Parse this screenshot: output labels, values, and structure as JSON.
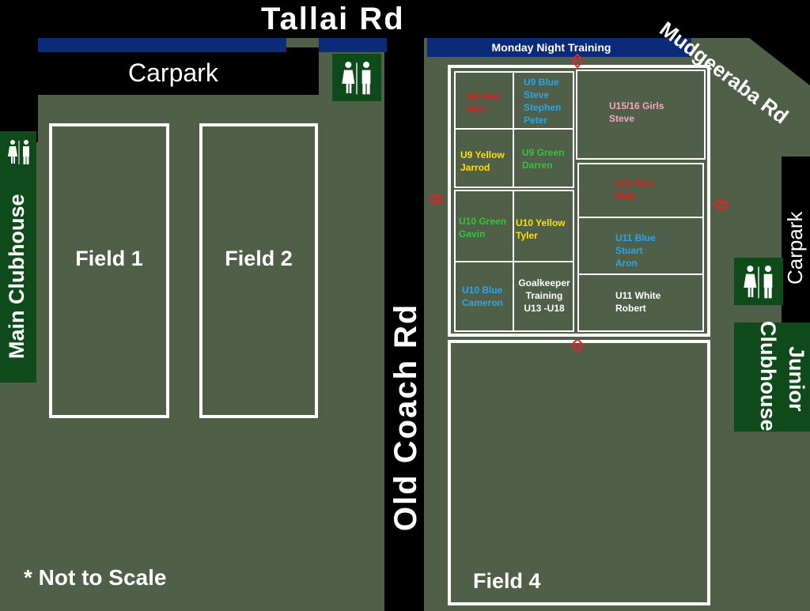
{
  "roads": {
    "tallai": "Tallai Rd",
    "mudgeeraba": "Mudgeeraba Rd",
    "old_coach": "Old Coach Rd"
  },
  "banner": "Monday Night Training",
  "areas": {
    "carpark_top": "Carpark",
    "carpark_right": "Carpark",
    "main_clubhouse": "Main Clubhouse",
    "junior_clubhouse_line1": "Junior",
    "junior_clubhouse_line2": "Clubhouse"
  },
  "fields": {
    "field1": "Field 1",
    "field2": "Field 2",
    "field4": "Field 4"
  },
  "note": "* Not to Scale",
  "teams": {
    "u9_red": "U9 Red\nMira",
    "u9_blue": "U9 Blue\nSteve\nStephen\nPeter",
    "u15_girls": "U15/16 Girls\nSteve",
    "u9_yellow": "U9 Yellow\nJarrod",
    "u9_green": "U9 Green\nDarren",
    "u11_red": "U11 Red\nMatt",
    "u10_green": "U10 Green\nGavin",
    "u10_yellow": "U10 Yellow\nTyler",
    "u11_blue": "U11 Blue\nStuart\nAron",
    "u10_blue": "U10 Blue\nCameron",
    "goalkeeper": "Goalkeeper\nTraining\nU13 -U18",
    "u11_white": "U11 White\nRobert"
  },
  "colors": {
    "grass": "#4f5f48",
    "road": "#000000",
    "banner": "#0c2a7a",
    "clubhouse": "#0f4a1a",
    "red_team": "#e02020",
    "blue_team": "#2aa6e8",
    "yellow_team": "#ffe000",
    "green_team": "#36c23a",
    "pink_team": "#f2a7c3",
    "white_team": "#ffffff",
    "arrow": "#d82828"
  },
  "icons": [
    "toilets-icon",
    "direction-arrow-icon"
  ]
}
